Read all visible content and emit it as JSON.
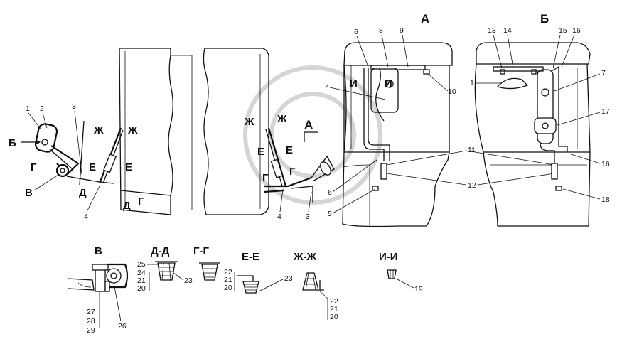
{
  "views": {
    "A": "А",
    "B": "Б"
  },
  "left_group": {
    "labels": {
      "n1": "1",
      "n2": "2",
      "n3": "3",
      "n4": "4",
      "b_arrow": "Б",
      "g1": "Г",
      "v": "В",
      "d1": "Д",
      "d2": "Д",
      "g2": "Г",
      "zh1": "Ж",
      "zh2": "Ж",
      "e1": "Е",
      "e2": "Е"
    }
  },
  "middle_group": {
    "labels": {
      "zh1": "Ж",
      "zh2": "Ж",
      "a": "А",
      "e1": "Е",
      "e2": "Е",
      "g1": "Г",
      "g2": "Г",
      "n4": "4",
      "n3": "3"
    }
  },
  "cab_a": {
    "callouts": {
      "n6top": "6",
      "n8": "8",
      "n9": "9",
      "n7": "7",
      "i1": "И",
      "i2": "И",
      "n10": "10",
      "n11": "11",
      "n6b": "6",
      "n5": "5",
      "n12": "12"
    }
  },
  "cab_b": {
    "callouts": {
      "n13": "13",
      "n14": "14",
      "n15": "15",
      "n16top": "16",
      "n1": "1",
      "n7": "7",
      "n17": "17",
      "n16b": "16",
      "n18": "18"
    }
  },
  "sections": {
    "v": {
      "title": "В",
      "callouts": [
        "27",
        "28",
        "29",
        "26"
      ]
    },
    "dd": {
      "title": "Д-Д",
      "callouts": [
        "25",
        "24",
        "21",
        "20",
        "23"
      ]
    },
    "gg": {
      "title": "Г-Г",
      "callouts": [
        "22",
        "21",
        "20"
      ]
    },
    "ee": {
      "title": "Е-Е",
      "callouts": [
        "23"
      ]
    },
    "zhzh": {
      "title": "Ж-Ж",
      "callouts": [
        "22",
        "21",
        "20"
      ]
    },
    "ii": {
      "title": "И-И",
      "callouts": [
        "19"
      ]
    }
  }
}
